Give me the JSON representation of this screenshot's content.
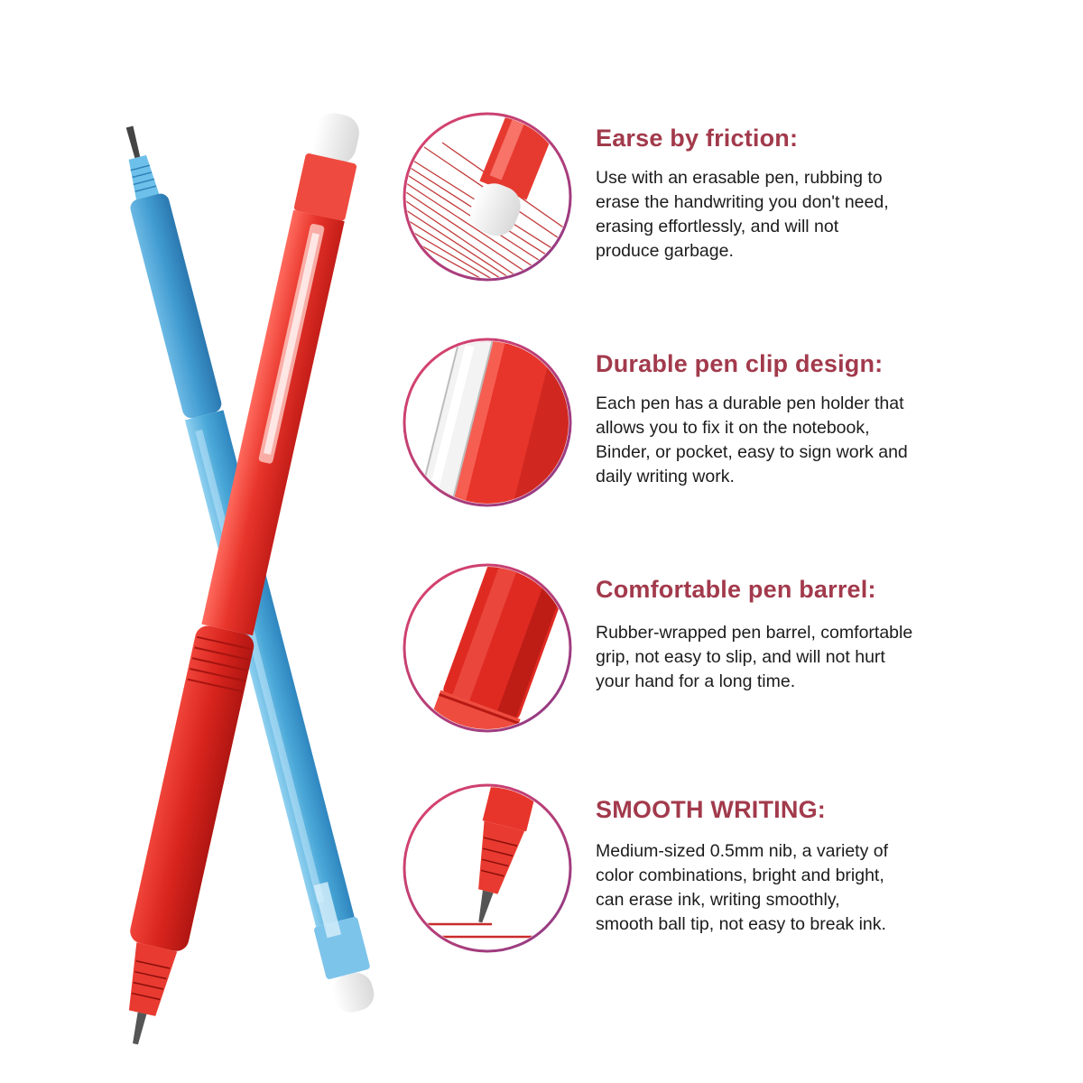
{
  "colors": {
    "heading": "#a23a4c",
    "body_text": "#1c1c1c",
    "ring_gradient": [
      "#e0436a",
      "#8c3a86"
    ],
    "pen_red": "#e02a24",
    "pen_blue": "#4aa8d8",
    "background": "#ffffff"
  },
  "features": [
    {
      "icon": "eraser-tip-closeup",
      "title": "Earse by friction:",
      "lines": [
        "Use with an erasable pen, rubbing to",
        "erase the handwriting you don't need,",
        "erasing effortlessly, and will not",
        "produce garbage."
      ]
    },
    {
      "icon": "pen-clip-closeup",
      "title": "Durable pen clip design:",
      "lines": [
        "Each pen has a durable pen holder that",
        "allows you to fix it on the notebook,",
        "Binder, or pocket, easy to sign work and",
        "daily writing work."
      ]
    },
    {
      "icon": "pen-barrel-closeup",
      "title": "Comfortable pen barrel:",
      "lines": [
        "Rubber-wrapped pen barrel, comfortable",
        "grip, not easy to slip, and will not hurt",
        "your hand for a long time."
      ]
    },
    {
      "icon": "pen-tip-closeup",
      "title": "SMOOTH WRITING:",
      "lines": [
        "Medium-sized 0.5mm nib, a variety of",
        "color combinations, bright and bright,",
        "can erase ink, writing smoothly,",
        "smooth ball tip, not easy to break ink."
      ]
    }
  ]
}
